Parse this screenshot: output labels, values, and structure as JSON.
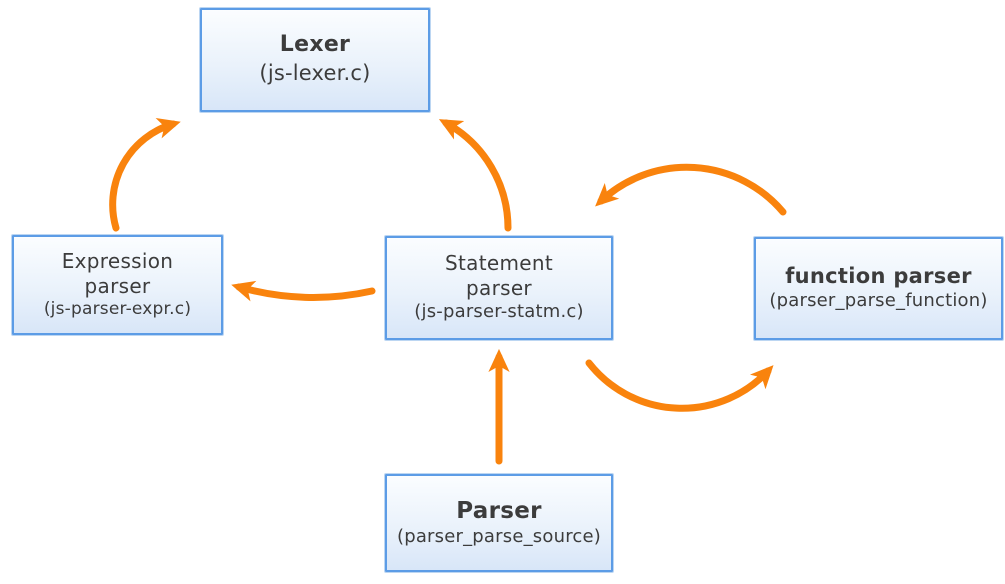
{
  "diagram": {
    "kind": "flow-diagram",
    "colors": {
      "arrow": "#F9830D",
      "node_border": "#5C9CE6",
      "node_fill_top": "#FBFDFF",
      "node_fill_bottom": "#D8E6F8",
      "text": "#3C3C3C"
    },
    "nodes": [
      {
        "id": "lexer",
        "title_lines": [
          "Lexer"
        ],
        "subtitle": "(js-lexer.c)"
      },
      {
        "id": "expression-parser",
        "title_lines": [
          "Expression",
          "parser"
        ],
        "subtitle": "(js-parser-expr.c)"
      },
      {
        "id": "statement-parser",
        "title_lines": [
          "Statement",
          "parser"
        ],
        "subtitle": "(js-parser-statm.c)"
      },
      {
        "id": "function-parser",
        "title_lines": [
          "function parser"
        ],
        "subtitle": "(parser_parse_function)"
      },
      {
        "id": "parser",
        "title_lines": [
          "Parser"
        ],
        "subtitle": "(parser_parse_source)"
      }
    ],
    "edges": [
      {
        "from": "expression-parser",
        "to": "lexer"
      },
      {
        "from": "statement-parser",
        "to": "lexer"
      },
      {
        "from": "statement-parser",
        "to": "expression-parser"
      },
      {
        "from": "function-parser",
        "to": "statement-parser"
      },
      {
        "from": "statement-parser",
        "to": "function-parser"
      },
      {
        "from": "parser",
        "to": "statement-parser"
      }
    ]
  }
}
